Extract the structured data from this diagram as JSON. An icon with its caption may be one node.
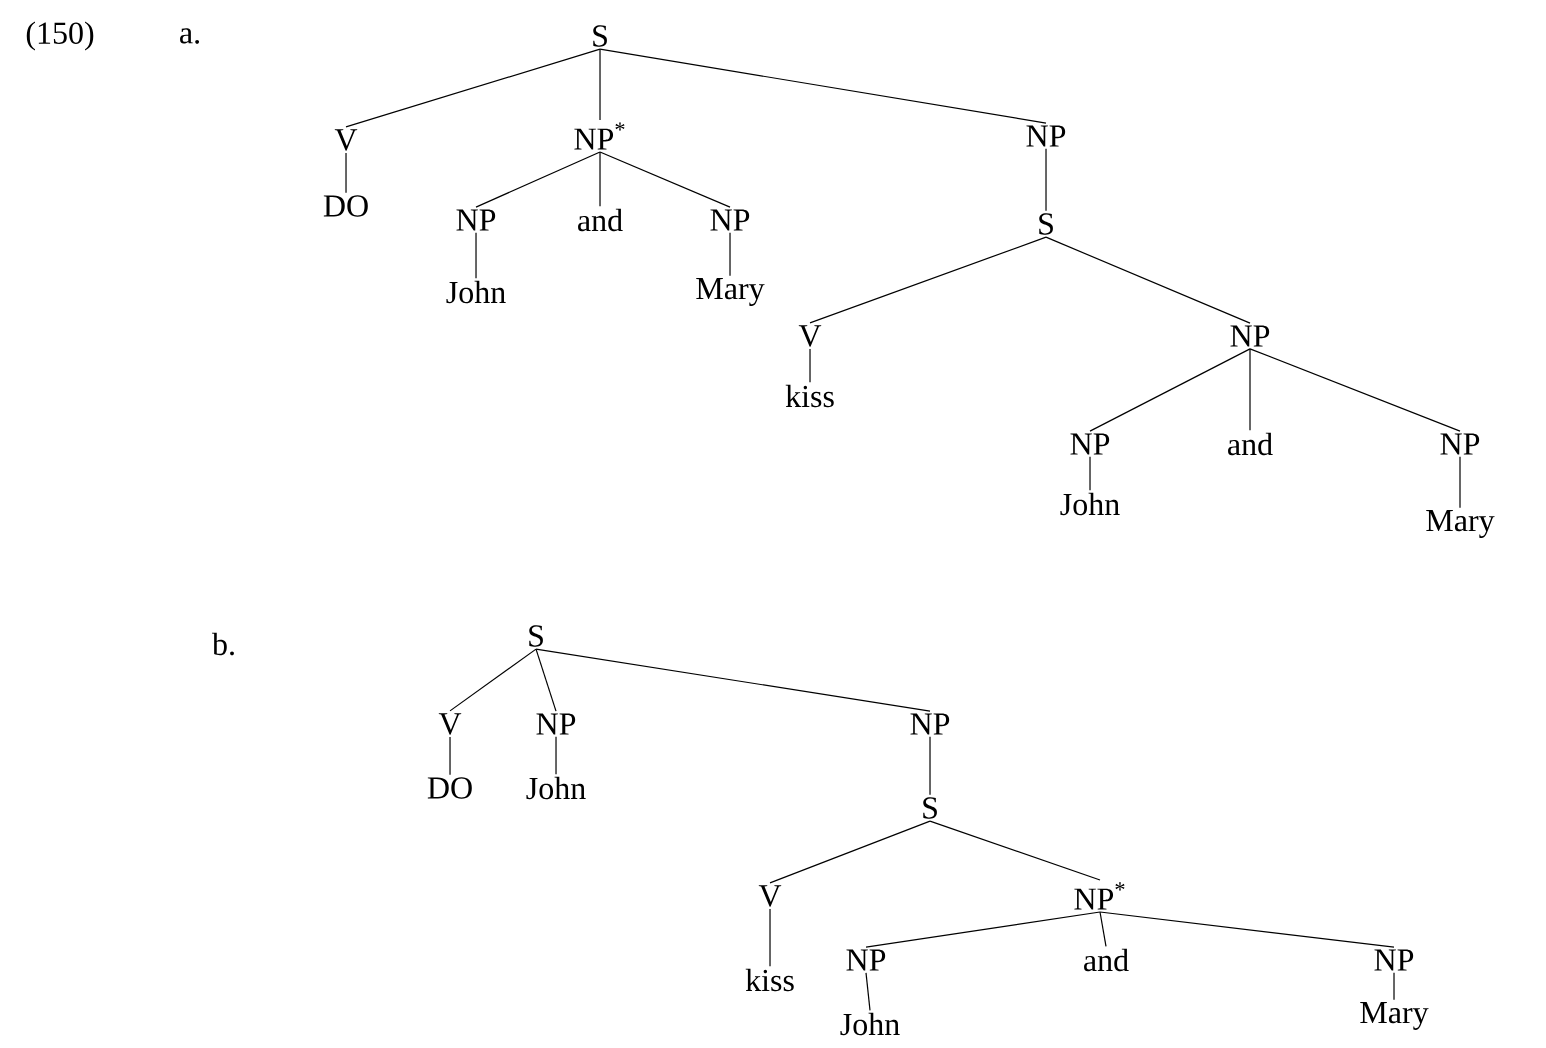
{
  "diagram": {
    "nodes": [
      {
        "text": [
          "S"
        ]
      },
      {
        "text": [
          "V"
        ]
      },
      {
        "text": [
          "NP$^{*}$"
        ]
      },
      {
        "text": [
          "NP"
        ]
      },
      {
        "text": [
          "DO"
        ]
      },
      {
        "text": [
          "NP"
        ]
      },
      {
        "text": [
          "and"
        ]
      },
      {
        "text": [
          "NP"
        ]
      },
      {
        "text": [
          "John"
        ]
      },
      {
        "text": [
          "Mary"
        ]
      },
      {
        "text": [
          "S"
        ]
      },
      {
        "text": [
          "V"
        ]
      },
      {
        "text": [
          "NP"
        ]
      },
      {
        "text": [
          "kiss"
        ]
      },
      {
        "text": [
          "NP"
        ]
      },
      {
        "text": [
          "and"
        ]
      },
      {
        "text": [
          "NP"
        ]
      },
      {
        "text": [
          "John"
        ]
      },
      {
        "text": [
          "Mary"
        ]
      },
      {
        "text": [
          "S"
        ]
      },
      {
        "text": [
          "V"
        ]
      },
      {
        "text": [
          "NP"
        ]
      },
      {
        "text": [
          "NP"
        ]
      },
      {
        "text": [
          "DO"
        ]
      },
      {
        "text": [
          "John"
        ]
      },
      {
        "text": [
          "S"
        ]
      },
      {
        "text": [
          "V"
        ]
      },
      {
        "text": [
          "NP$^{*}$"
        ]
      },
      {
        "text": [
          "kiss"
        ]
      },
      {
        "text": [
          "NP"
        ]
      },
      {
        "text": [
          "and"
        ]
      },
      {
        "text": [
          "NP"
        ]
      },
      {
        "text": [
          "John"
        ]
      },
      {
        "text": [
          "Mary"
        ]
      }
    ],
    "edges": [
      {
        "from": 0,
        "to": 1,
        "arrow": "none"
      },
      {
        "from": 0,
        "to": 2,
        "arrow": "none"
      },
      {
        "from": 0,
        "to": 3,
        "arrow": "none"
      },
      {
        "from": 1,
        "to": 4,
        "arrow": "none"
      },
      {
        "from": 2,
        "to": 5,
        "arrow": "none"
      },
      {
        "from": 2,
        "to": 6,
        "arrow": "none"
      },
      {
        "from": 2,
        "to": 7,
        "arrow": "none"
      },
      {
        "from": 5,
        "to": 8,
        "arrow": "none"
      },
      {
        "from": 7,
        "to": 9,
        "arrow": "none"
      },
      {
        "from": 3,
        "to": 10,
        "arrow": "none"
      },
      {
        "from": 10,
        "to": 11,
        "arrow": "none"
      },
      {
        "from": 10,
        "to": 12,
        "arrow": "none"
      },
      {
        "from": 11,
        "to": 13,
        "arrow": "none"
      },
      {
        "from": 12,
        "to": 14,
        "arrow": "none"
      },
      {
        "from": 12,
        "to": 15,
        "arrow": "none"
      },
      {
        "from": 12,
        "to": 16,
        "arrow": "none"
      },
      {
        "from": 14,
        "to": 17,
        "arrow": "none"
      },
      {
        "from": 16,
        "to": 18,
        "arrow": "none"
      },
      {
        "from": 19,
        "to": 20,
        "arrow": "none"
      },
      {
        "from": 19,
        "to": 21,
        "arrow": "none"
      },
      {
        "from": 19,
        "to": 22,
        "arrow": "none"
      },
      {
        "from": 20,
        "to": 23,
        "arrow": "none"
      },
      {
        "from": 21,
        "to": 24,
        "arrow": "none"
      },
      {
        "from": 22,
        "to": 25,
        "arrow": "none"
      },
      {
        "from": 25,
        "to": 26,
        "arrow": "none"
      },
      {
        "from": 25,
        "to": 27,
        "arrow": "none"
      },
      {
        "from": 26,
        "to": 28,
        "arrow": "none"
      },
      {
        "from": 27,
        "to": 29,
        "arrow": "none"
      },
      {
        "from": 27,
        "to": 30,
        "arrow": "none"
      },
      {
        "from": 27,
        "to": 31,
        "arrow": "none"
      },
      {
        "from": 29,
        "to": 32,
        "arrow": "none"
      },
      {
        "from": 31,
        "to": 33,
        "arrow": "none"
      }
    ],
    "labels": [
      "(150)",
      "a.",
      "b."
    ]
  }
}
